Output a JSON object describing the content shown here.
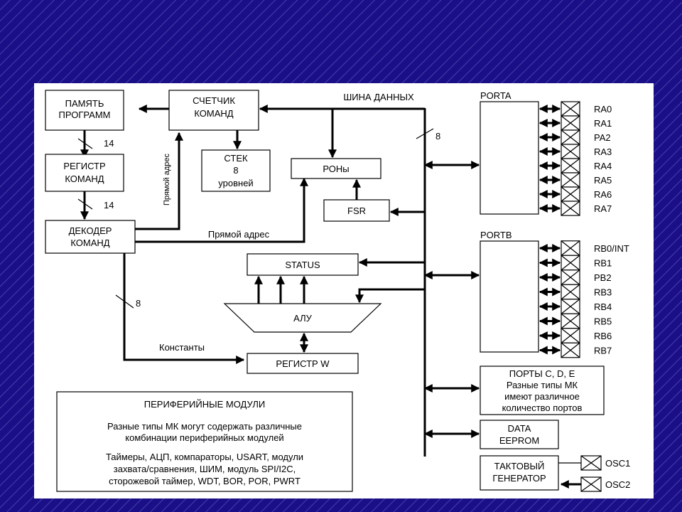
{
  "blocks": {
    "program_memory": [
      "ПАМЯТЬ",
      "ПРОГРАММ"
    ],
    "program_counter": [
      "СЧЕТЧИК",
      "КОМАНД"
    ],
    "stack": [
      "СТЕК",
      "8",
      "уровней"
    ],
    "instruction_register": [
      "РЕГИСТР",
      "КОМАНД"
    ],
    "instruction_decoder": [
      "ДЕКОДЕР",
      "КОМАНД"
    ],
    "rons": "РОНы",
    "fsr": "FSR",
    "status": "STATUS",
    "alu": "АЛУ",
    "w_register": "РЕГИСТР W",
    "porta_title": "PORTA",
    "portb_title": "PORTB",
    "ports_cde": [
      "ПОРТЫ C, D, E",
      "Разные типы МК",
      "имеют различное",
      "количество портов"
    ],
    "data_eeprom": [
      "DATA",
      "EEPROM"
    ],
    "clock_generator": [
      "ТАКТОВЫЙ",
      "ГЕНЕРАТОР"
    ]
  },
  "labels": {
    "data_bus": "ШИНА ДАННЫХ",
    "bus_width_14_a": "14",
    "bus_width_14_b": "14",
    "bus_width_8_main": "8",
    "bus_width_8_decoder": "8",
    "direct_address_vertical": "Прямой адрес",
    "direct_address_horizontal": "Прямой адрес",
    "constants": "Константы"
  },
  "porta_pins": [
    "RA0",
    "RA1",
    "PA2",
    "RA3",
    "RA4",
    "RA5",
    "RA6",
    "RA7"
  ],
  "portb_pins": [
    "RB0/INT",
    "RB1",
    "PB2",
    "RB3",
    "RB4",
    "RB5",
    "RB6",
    "RB7"
  ],
  "osc_pins": [
    "OSC1",
    "OSC2"
  ],
  "peripherals": {
    "title": "ПЕРИФЕРИЙНЫЕ МОДУЛИ",
    "paragraph1": [
      "Разные типы МК могут содержать различные",
      "комбинации периферийных модулей"
    ],
    "paragraph2": [
      "Таймеры, АЦП, компараторы, USART, модули",
      "захвата/сравнения, ШИМ, модуль SPI/I2C,",
      "сторожевой таймер, WDT, BOR, POR, PWRT"
    ]
  }
}
